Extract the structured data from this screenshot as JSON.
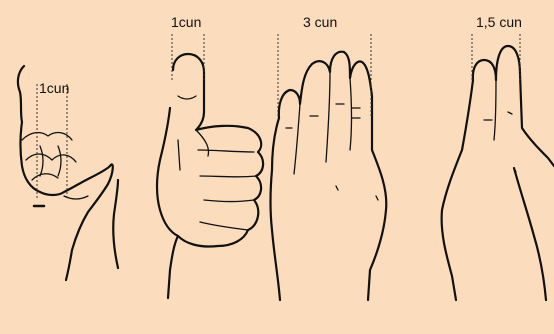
{
  "background_color": "#FBDDBE",
  "line_color": "#111111",
  "panels": [
    {
      "id": "bent-middle-finger",
      "label": "1cun"
    },
    {
      "id": "thumb",
      "label": "1cun"
    },
    {
      "id": "four-fingers",
      "label": "3 cun"
    },
    {
      "id": "two-fingers",
      "label": "1,5 cun"
    }
  ]
}
